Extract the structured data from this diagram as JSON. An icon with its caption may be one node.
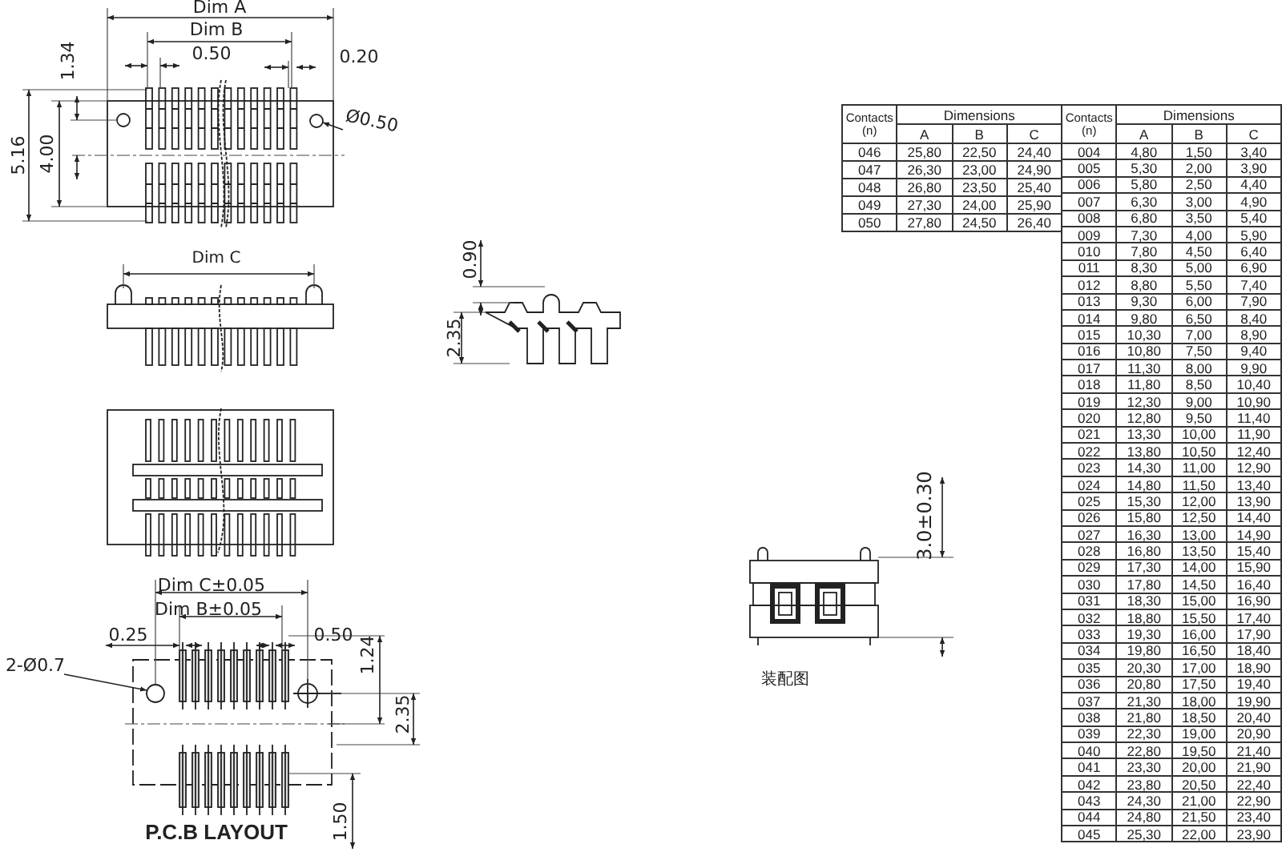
{
  "diagram": {
    "nodes": [
      {
        "text": [
          "Ø0.50"
        ]
      },
      {
        "text": [],
        "shape": "circle"
      },
      {
        "text": [
          "2-Ø0.7"
        ]
      },
      {
        "text": [],
        "shape": "circle"
      }
    ],
    "edges": [
      {
        "from": 0,
        "to": 1,
        "arrow": "to"
      },
      {
        "from": 2,
        "to": 3,
        "arrow": "to"
      }
    ],
    "labels": [
      "Dim A",
      "Dim B",
      "0.50",
      "0.20",
      "1.34",
      "5.16",
      "4.00",
      "Dim C",
      "0.90",
      "2.35",
      "3.0±0.30",
      "装配图",
      "Dim C±0.05",
      "Dim B±0.05",
      "0.25",
      "0.50",
      "1.24",
      "2.35",
      "1.50",
      "P.C.B LAYOUT",
      "Contacts (n)",
      "Dimensions",
      "A",
      "B",
      "C",
      "046",
      "25,80",
      "22,50",
      "24,40",
      "047",
      "26,30",
      "23,00",
      "24,90",
      "048",
      "26,80",
      "23,50",
      "25,40",
      "049",
      "27,30",
      "24,00",
      "25,90",
      "050",
      "27,80",
      "24,50",
      "26,40",
      "Contacts (n)",
      "Dimensions",
      "A",
      "B",
      "C",
      "004",
      "4,80",
      "1,50",
      "3,40",
      "005",
      "5,30",
      "2,00",
      "3,90",
      "006",
      "5,80",
      "2,50",
      "4,40",
      "007",
      "6,30",
      "3,00",
      "4,90",
      "008",
      "6,80",
      "3,50",
      "5,40",
      "009",
      "7,30",
      "4,00",
      "5,90",
      "010",
      "7,80",
      "4,50",
      "6,40",
      "011",
      "8,30",
      "5,00",
      "6,90",
      "012",
      "8,80",
      "5,50",
      "7,40",
      "013",
      "9,30",
      "6,00",
      "7,90",
      "014",
      "9,80",
      "6,50",
      "8,40",
      "015",
      "10,30",
      "7,00",
      "8,90",
      "016",
      "10,80",
      "7,50",
      "9,40",
      "017",
      "11,30",
      "8,00",
      "9,90",
      "018",
      "11,80",
      "8,50",
      "10,40",
      "019",
      "12,30",
      "9,00",
      "10,90",
      "020",
      "12,80",
      "9,50",
      "11,40",
      "021",
      "13,30",
      "10,00",
      "11,90",
      "022",
      "13,80",
      "10,50",
      "12,40",
      "023",
      "14,30",
      "11,00",
      "12,90",
      "024",
      "14,80",
      "11,50",
      "13,40",
      "025",
      "15,30",
      "12,00",
      "13,90",
      "026",
      "15,80",
      "12,50",
      "14,40",
      "027",
      "16,30",
      "13,00",
      "14,90",
      "028",
      "16,80",
      "13,50",
      "15,40",
      "029",
      "17,30",
      "14,00",
      "15,90",
      "030",
      "17,80",
      "14,50",
      "16,40",
      "031",
      "18,30",
      "15,00",
      "16,90",
      "032",
      "18,80",
      "15,50",
      "17,40",
      "033",
      "19,30",
      "16,00",
      "17,90",
      "034",
      "19,80",
      "16,50",
      "18,40",
      "035",
      "20,30",
      "17,00",
      "18,90",
      "036",
      "20,80",
      "17,50",
      "19,40",
      "037",
      "21,30",
      "18,00",
      "19,90",
      "038",
      "21,80",
      "18,50",
      "20,40",
      "039",
      "22,30",
      "19,00",
      "20,90",
      "040",
      "22,80",
      "19,50",
      "21,40",
      "041",
      "23,30",
      "20,00",
      "21,90",
      "042",
      "23,80",
      "20,50",
      "22,40",
      "043",
      "24,30",
      "21,00",
      "22,90",
      "044",
      "24,80",
      "21,50",
      "23,40",
      "045",
      "25,30",
      "22,00",
      "23,90"
    ]
  }
}
